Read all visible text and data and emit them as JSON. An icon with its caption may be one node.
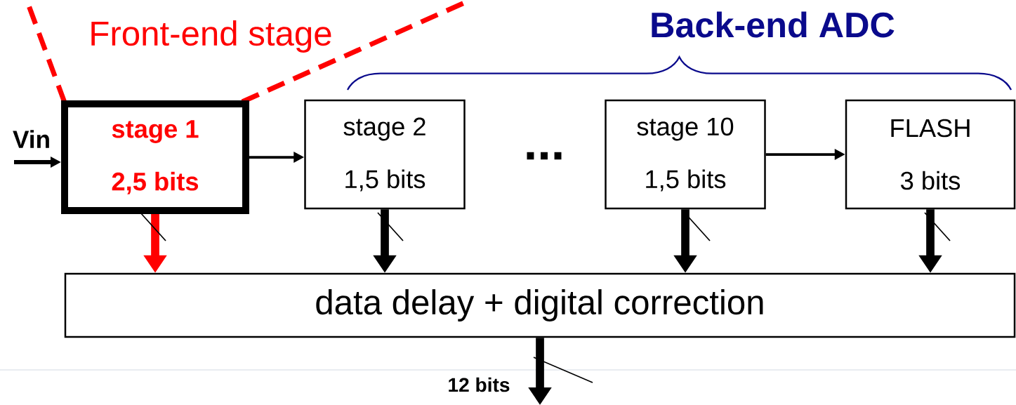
{
  "diagram": {
    "nodes": [
      {
        "text": [
          "stage 1",
          "2,5 bits"
        ]
      },
      {
        "text": [
          "stage 2",
          "1,5 bits"
        ]
      },
      {
        "text": [
          "stage 10",
          "1,5 bits"
        ]
      },
      {
        "text": [
          "FLASH",
          "3 bits"
        ]
      },
      {
        "text": [
          "data delay + digital correction"
        ]
      }
    ],
    "edges": [
      {
        "from": null,
        "to": 0,
        "arrow": "to",
        "label": "Vin"
      },
      {
        "from": 0,
        "to": 1,
        "arrow": "to"
      },
      {
        "from": 2,
        "to": 3,
        "arrow": "to"
      },
      {
        "from": 0,
        "to": 4,
        "arrow": "to",
        "color": "#ff0000"
      },
      {
        "from": 1,
        "to": 4,
        "arrow": "to"
      },
      {
        "from": 2,
        "to": 4,
        "arrow": "to"
      },
      {
        "from": 3,
        "to": 4,
        "arrow": "to"
      },
      {
        "from": 4,
        "to": null,
        "arrow": "to",
        "label": "12 bits"
      }
    ],
    "labels": [
      "Front-end stage",
      "Back-end ADC",
      "..."
    ]
  }
}
